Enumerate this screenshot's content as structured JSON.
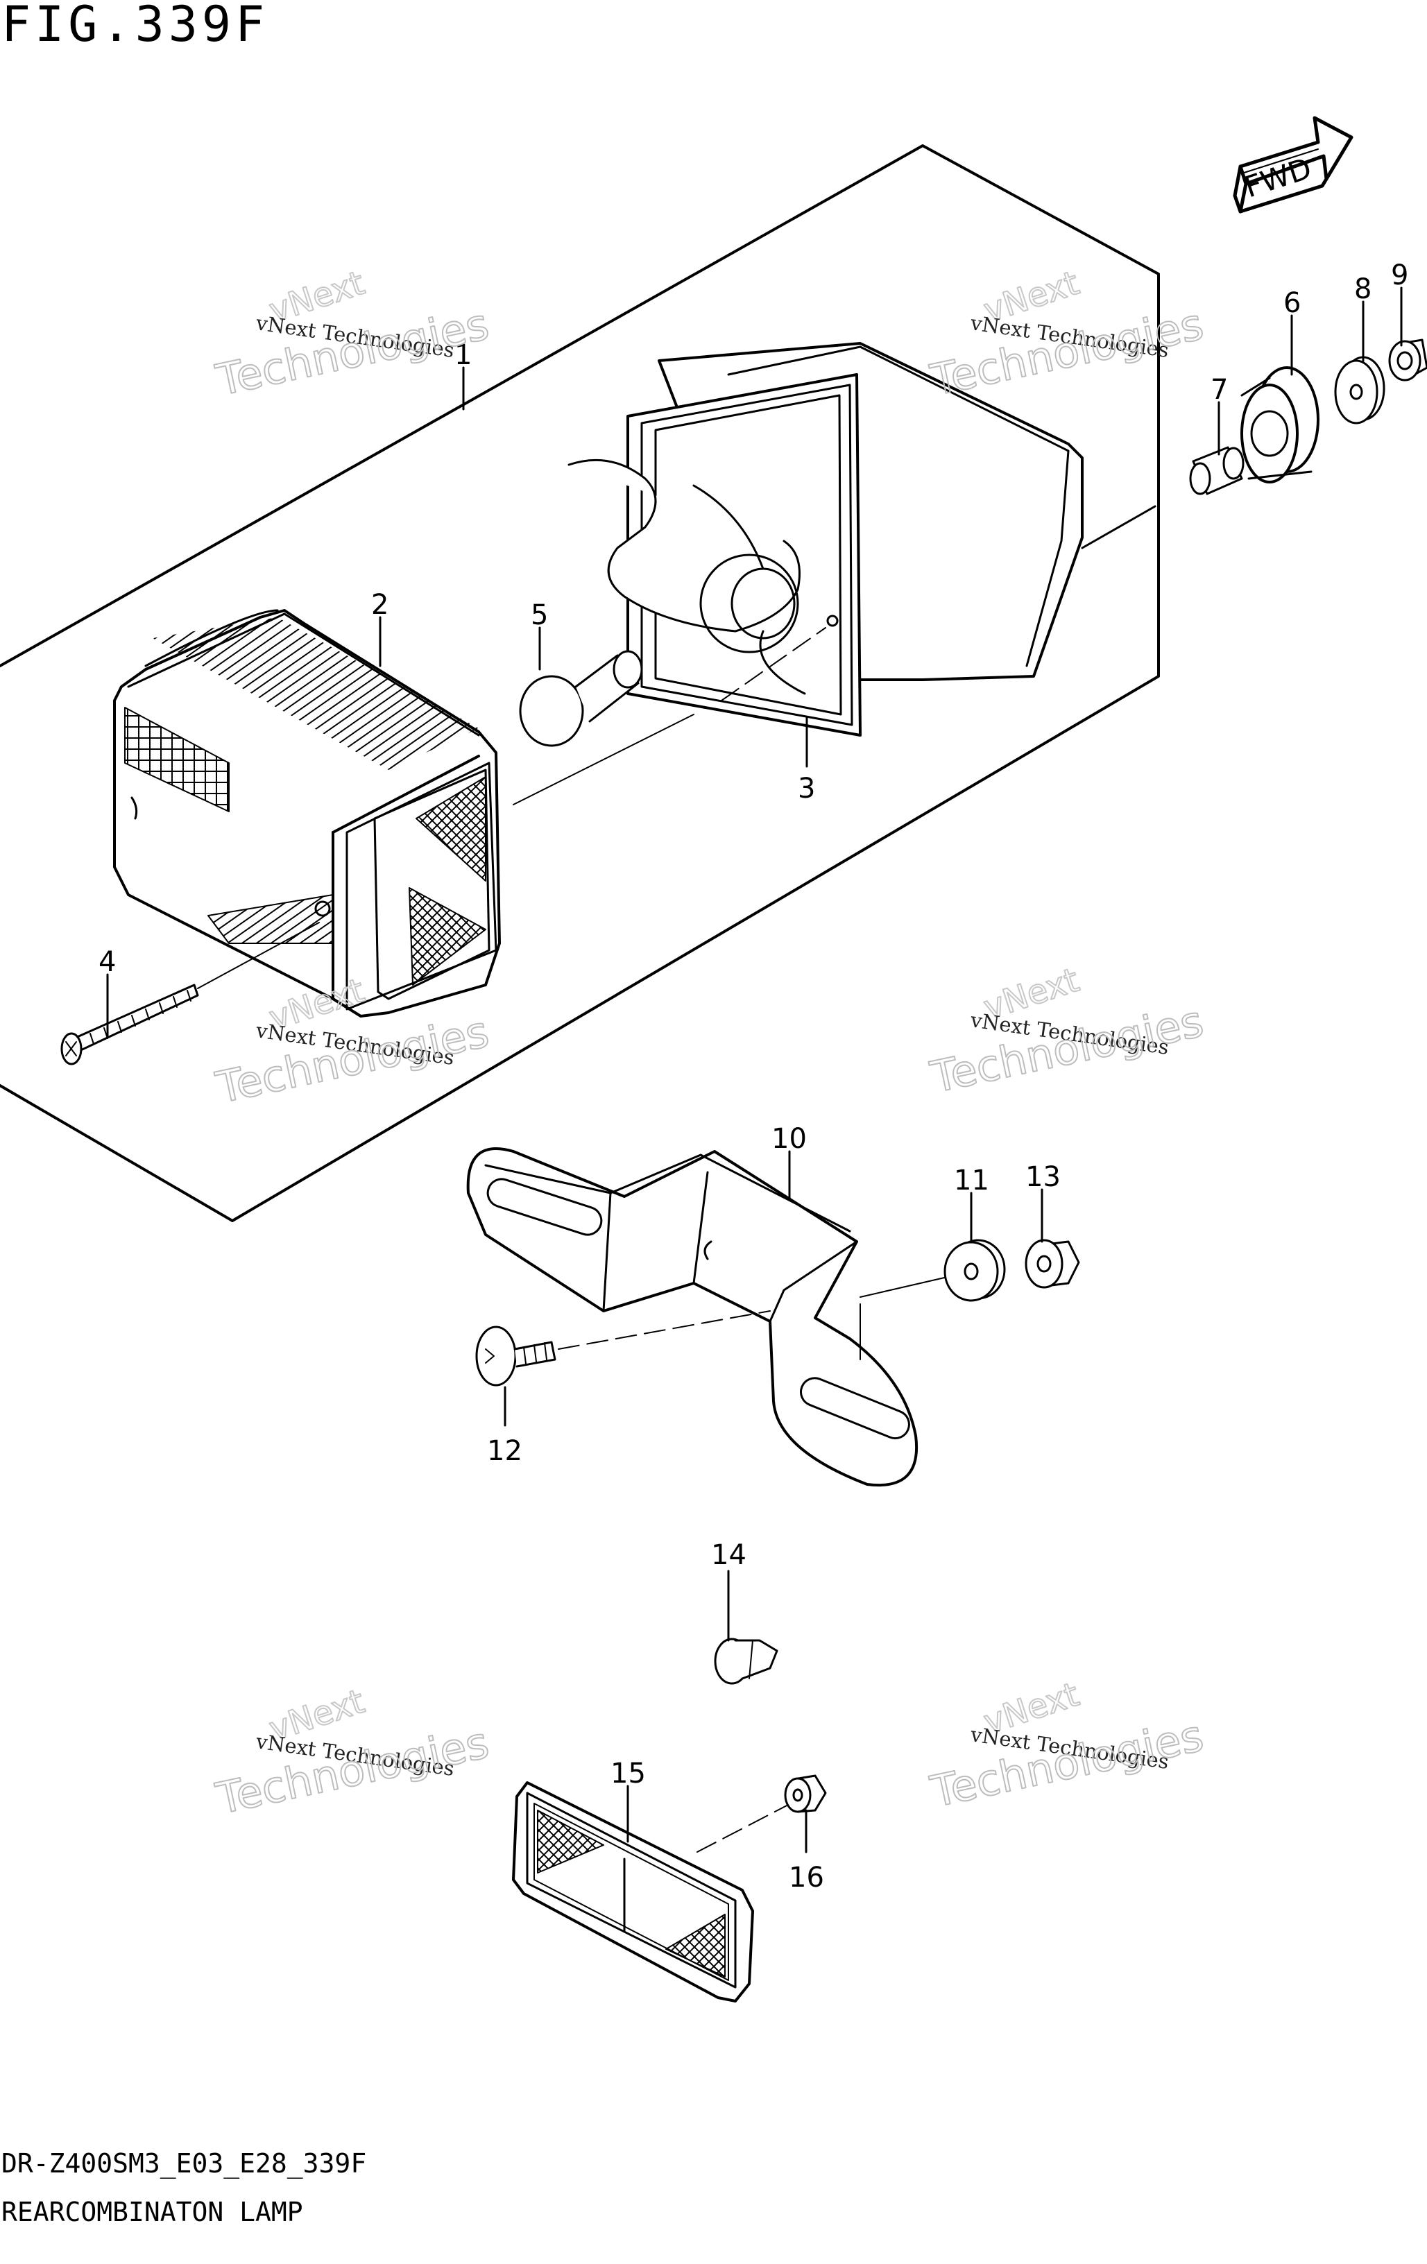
{
  "figure": {
    "title": "FIG.339F",
    "fwd_label": "FWD",
    "code": "DR-Z400SM3_E03_E28_339F",
    "name": "REARCOMBINATON LAMP"
  },
  "callouts": [
    "1",
    "2",
    "3",
    "4",
    "5",
    "6",
    "7",
    "8",
    "9",
    "10",
    "11",
    "13",
    "12",
    "14",
    "15",
    "16"
  ],
  "watermark": {
    "line1": "vNext Technologies",
    "line2": "Technologies",
    "line3": "vNext"
  }
}
